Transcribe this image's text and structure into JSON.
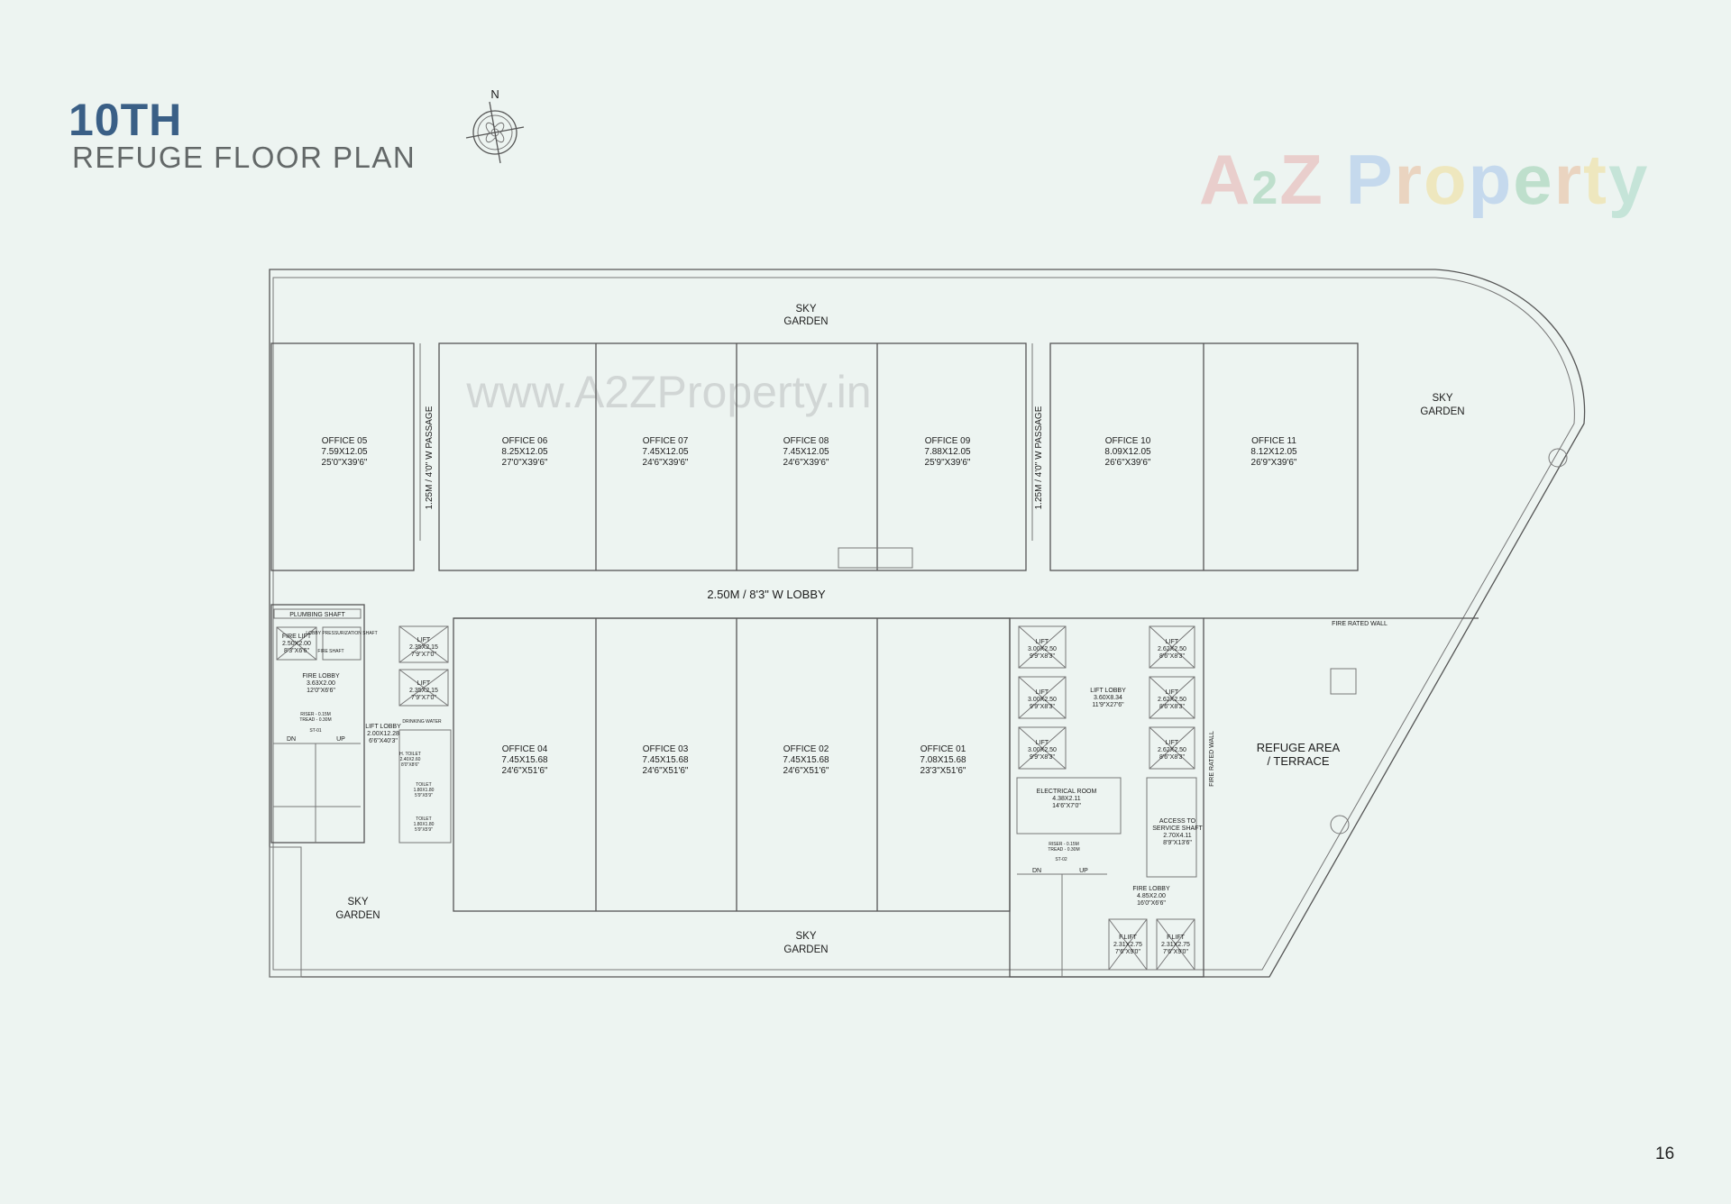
{
  "header": {
    "floor": "10TH",
    "subtitle": "REFUGE FLOOR PLAN",
    "compass_label": "N"
  },
  "brand": {
    "parts": [
      "A",
      "2",
      "Z",
      " ",
      "P",
      "r",
      "o",
      "p",
      "e",
      "r",
      "t",
      "y"
    ],
    "colors": [
      "#e59a9a",
      "#7fc49a",
      "#e59a9a",
      "#ffffff",
      "#8fb6e8",
      "#e8a97e",
      "#f0d67a",
      "#8fb6e8",
      "#7fc49a",
      "#e8a97e",
      "#f0d67a",
      "#8fd0b8"
    ],
    "watermark_url": "www.A2ZProperty.in"
  },
  "page_number": "16",
  "areas": {
    "sky_garden_top": [
      "SKY",
      "GARDEN"
    ],
    "sky_garden_right": [
      "SKY",
      "GARDEN"
    ],
    "sky_garden_bottom": [
      "SKY",
      "GARDEN"
    ],
    "sky_garden_left": [
      "SKY",
      "GARDEN"
    ],
    "lobby": "2.50M / 8'3\" W LOBBY",
    "passage": "1.25M / 4'0\" W PASSAGE",
    "refuge": [
      "REFUGE AREA",
      "/ TERRACE"
    ],
    "fire_rated_wall": "FIRE RATED WALL"
  },
  "offices_top": [
    {
      "name": "OFFICE 05",
      "metric": "7.59X12.05",
      "imperial": "25'0\"X39'6\""
    },
    {
      "name": "OFFICE 06",
      "metric": "8.25X12.05",
      "imperial": "27'0\"X39'6\""
    },
    {
      "name": "OFFICE 07",
      "metric": "7.45X12.05",
      "imperial": "24'6\"X39'6\""
    },
    {
      "name": "OFFICE 08",
      "metric": "7.45X12.05",
      "imperial": "24'6\"X39'6\""
    },
    {
      "name": "OFFICE 09",
      "metric": "7.88X12.05",
      "imperial": "25'9\"X39'6\""
    },
    {
      "name": "OFFICE 10",
      "metric": "8.09X12.05",
      "imperial": "26'6\"X39'6\""
    },
    {
      "name": "OFFICE 11",
      "metric": "8.12X12.05",
      "imperial": "26'9\"X39'6\""
    }
  ],
  "offices_bottom": [
    {
      "name": "OFFICE 04",
      "metric": "7.45X15.68",
      "imperial": "24'6\"X51'6\""
    },
    {
      "name": "OFFICE 03",
      "metric": "7.45X15.68",
      "imperial": "24'6\"X51'6\""
    },
    {
      "name": "OFFICE 02",
      "metric": "7.45X15.68",
      "imperial": "24'6\"X51'6\""
    },
    {
      "name": "OFFICE 01",
      "metric": "7.08X15.68",
      "imperial": "23'3\"X51'6\""
    }
  ],
  "left_core": {
    "plumbing_shaft": "PLUMBING SHAFT",
    "fire_lift": [
      "FIRE LIFT",
      "2.50X2.00",
      "8'3\"X6'6\""
    ],
    "lobby_pressurization": "LOBBY PRESSURIZATION SHAFT",
    "fire_shaft": "FIRE SHAFT",
    "fire_lobby": [
      "FIRE LOBBY",
      "3.63X2.00",
      "12'0\"X6'6\""
    ],
    "riser": "RISER - 0.15M",
    "tread": "TREAD - 0.30M",
    "stair": "ST-01",
    "dn": "DN",
    "up": "UP",
    "lifts": [
      [
        "LIFT",
        "2.35X2.15",
        "7'9\"X7'0\""
      ],
      [
        "LIFT",
        "2.35X2.15",
        "7'9\"X7'0\""
      ]
    ],
    "lift_lobby": [
      "LIFT LOBBY",
      "2.00X12.28",
      "6'6\"X40'3\""
    ],
    "drinking_water": "DRINKING WATER",
    "h_toilet": [
      "H. TOILET",
      "2.40X2.60",
      "8'0\"X8'6\""
    ],
    "toilets": [
      [
        "TOILET",
        "1.80X1.80",
        "5'9\"X5'9\""
      ],
      [
        "TOILET",
        "1.80X1.80",
        "5'9\"X5'9\""
      ]
    ]
  },
  "right_core": {
    "lifts_left": [
      [
        "LIFT",
        "3.00X2.50",
        "9'9\"X8'3\""
      ],
      [
        "LIFT",
        "3.00X2.50",
        "9'9\"X8'3\""
      ],
      [
        "LIFT",
        "3.00X2.50",
        "9'9\"X8'3\""
      ]
    ],
    "lift_lobby": [
      "LIFT LOBBY",
      "3.60X8.34",
      "11'9\"X27'6\""
    ],
    "lifts_right": [
      [
        "LIFT",
        "2.62X2.50",
        "8'6\"X8'3\""
      ],
      [
        "LIFT",
        "2.62X2.50",
        "8'6\"X8'3\""
      ],
      [
        "LIFT",
        "2.62X2.50",
        "8'6\"X8'3\""
      ]
    ],
    "electrical_room": [
      "ELECTRICAL ROOM",
      "4.38X2.11",
      "14'6\"X7'0\""
    ],
    "access_service_shaft": [
      "ACCESS TO",
      "SERVICE SHAFT",
      "2.70X4.11",
      "8'9\"X13'6\""
    ],
    "riser": "RISER - 0.15M",
    "tread": "TREAD - 0.30M",
    "stair": "ST-02",
    "dn": "DN",
    "up": "UP",
    "fire_lobby": [
      "FIRE LOBBY",
      "4.85X2.00",
      "16'0\"X6'6\""
    ],
    "fire_lifts": [
      [
        "F.LIFT",
        "2.31X2.75",
        "7'6\"X9'0\""
      ],
      [
        "F.LIFT",
        "2.31X2.75",
        "7'6\"X9'0\""
      ]
    ]
  }
}
